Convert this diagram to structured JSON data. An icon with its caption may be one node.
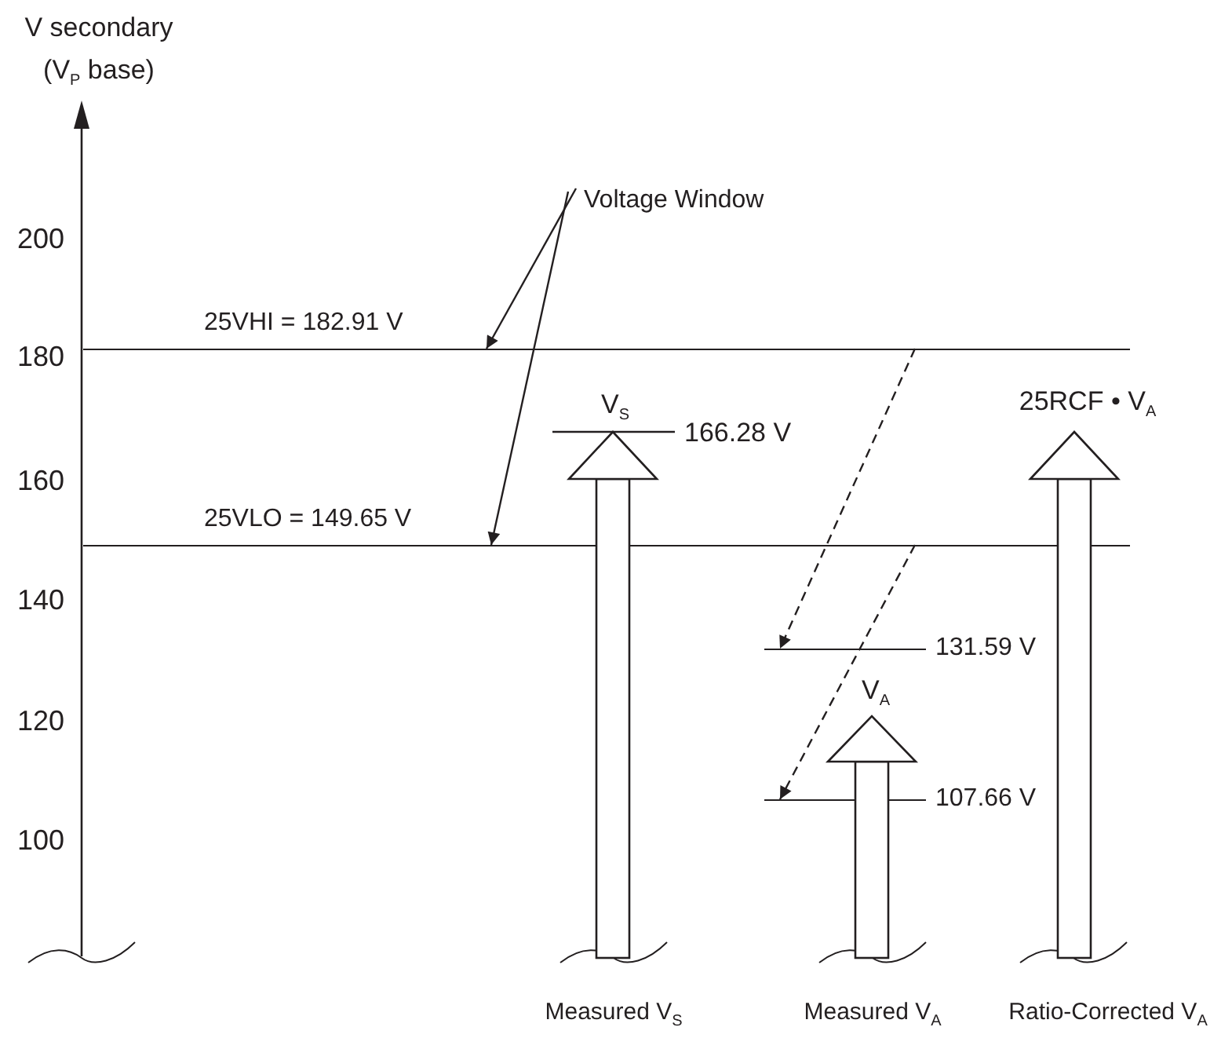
{
  "diagram": {
    "nodes": [
      {
        "text": [
          "Voltage Window"
        ]
      },
      {
        "text": [],
        "shape": "line",
        "beside": [
          "25VHI = 182.91 V"
        ]
      },
      {
        "text": [],
        "shape": "line",
        "beside": [
          "25VLO = 149.65 V"
        ]
      },
      {
        "text": [],
        "shape": "line",
        "beside": [
          "131.59 V"
        ]
      },
      {
        "text": [],
        "shape": "line",
        "beside": [
          "107.66 V"
        ]
      }
    ],
    "edges": [
      {
        "from": 0,
        "to": 1,
        "arrow": "to"
      },
      {
        "from": 0,
        "to": 2,
        "arrow": "to"
      },
      {
        "from": 1,
        "to": 3,
        "arrow": "to",
        "style": "dashed"
      },
      {
        "from": 2,
        "to": 4,
        "arrow": "to",
        "style": "dashed"
      }
    ],
    "labels": [
      "V secondary (V$_{P}$ base)",
      "200",
      "180",
      "160",
      "140",
      "120",
      "100",
      "V$_{S}$",
      "166.28 V",
      "25RCF • V$_{A}$",
      "V$_{A}$",
      "Measured V$_{S}$",
      "Measured V$_{A}$",
      "Ratio-Corrected V$_{A}$"
    ]
  }
}
